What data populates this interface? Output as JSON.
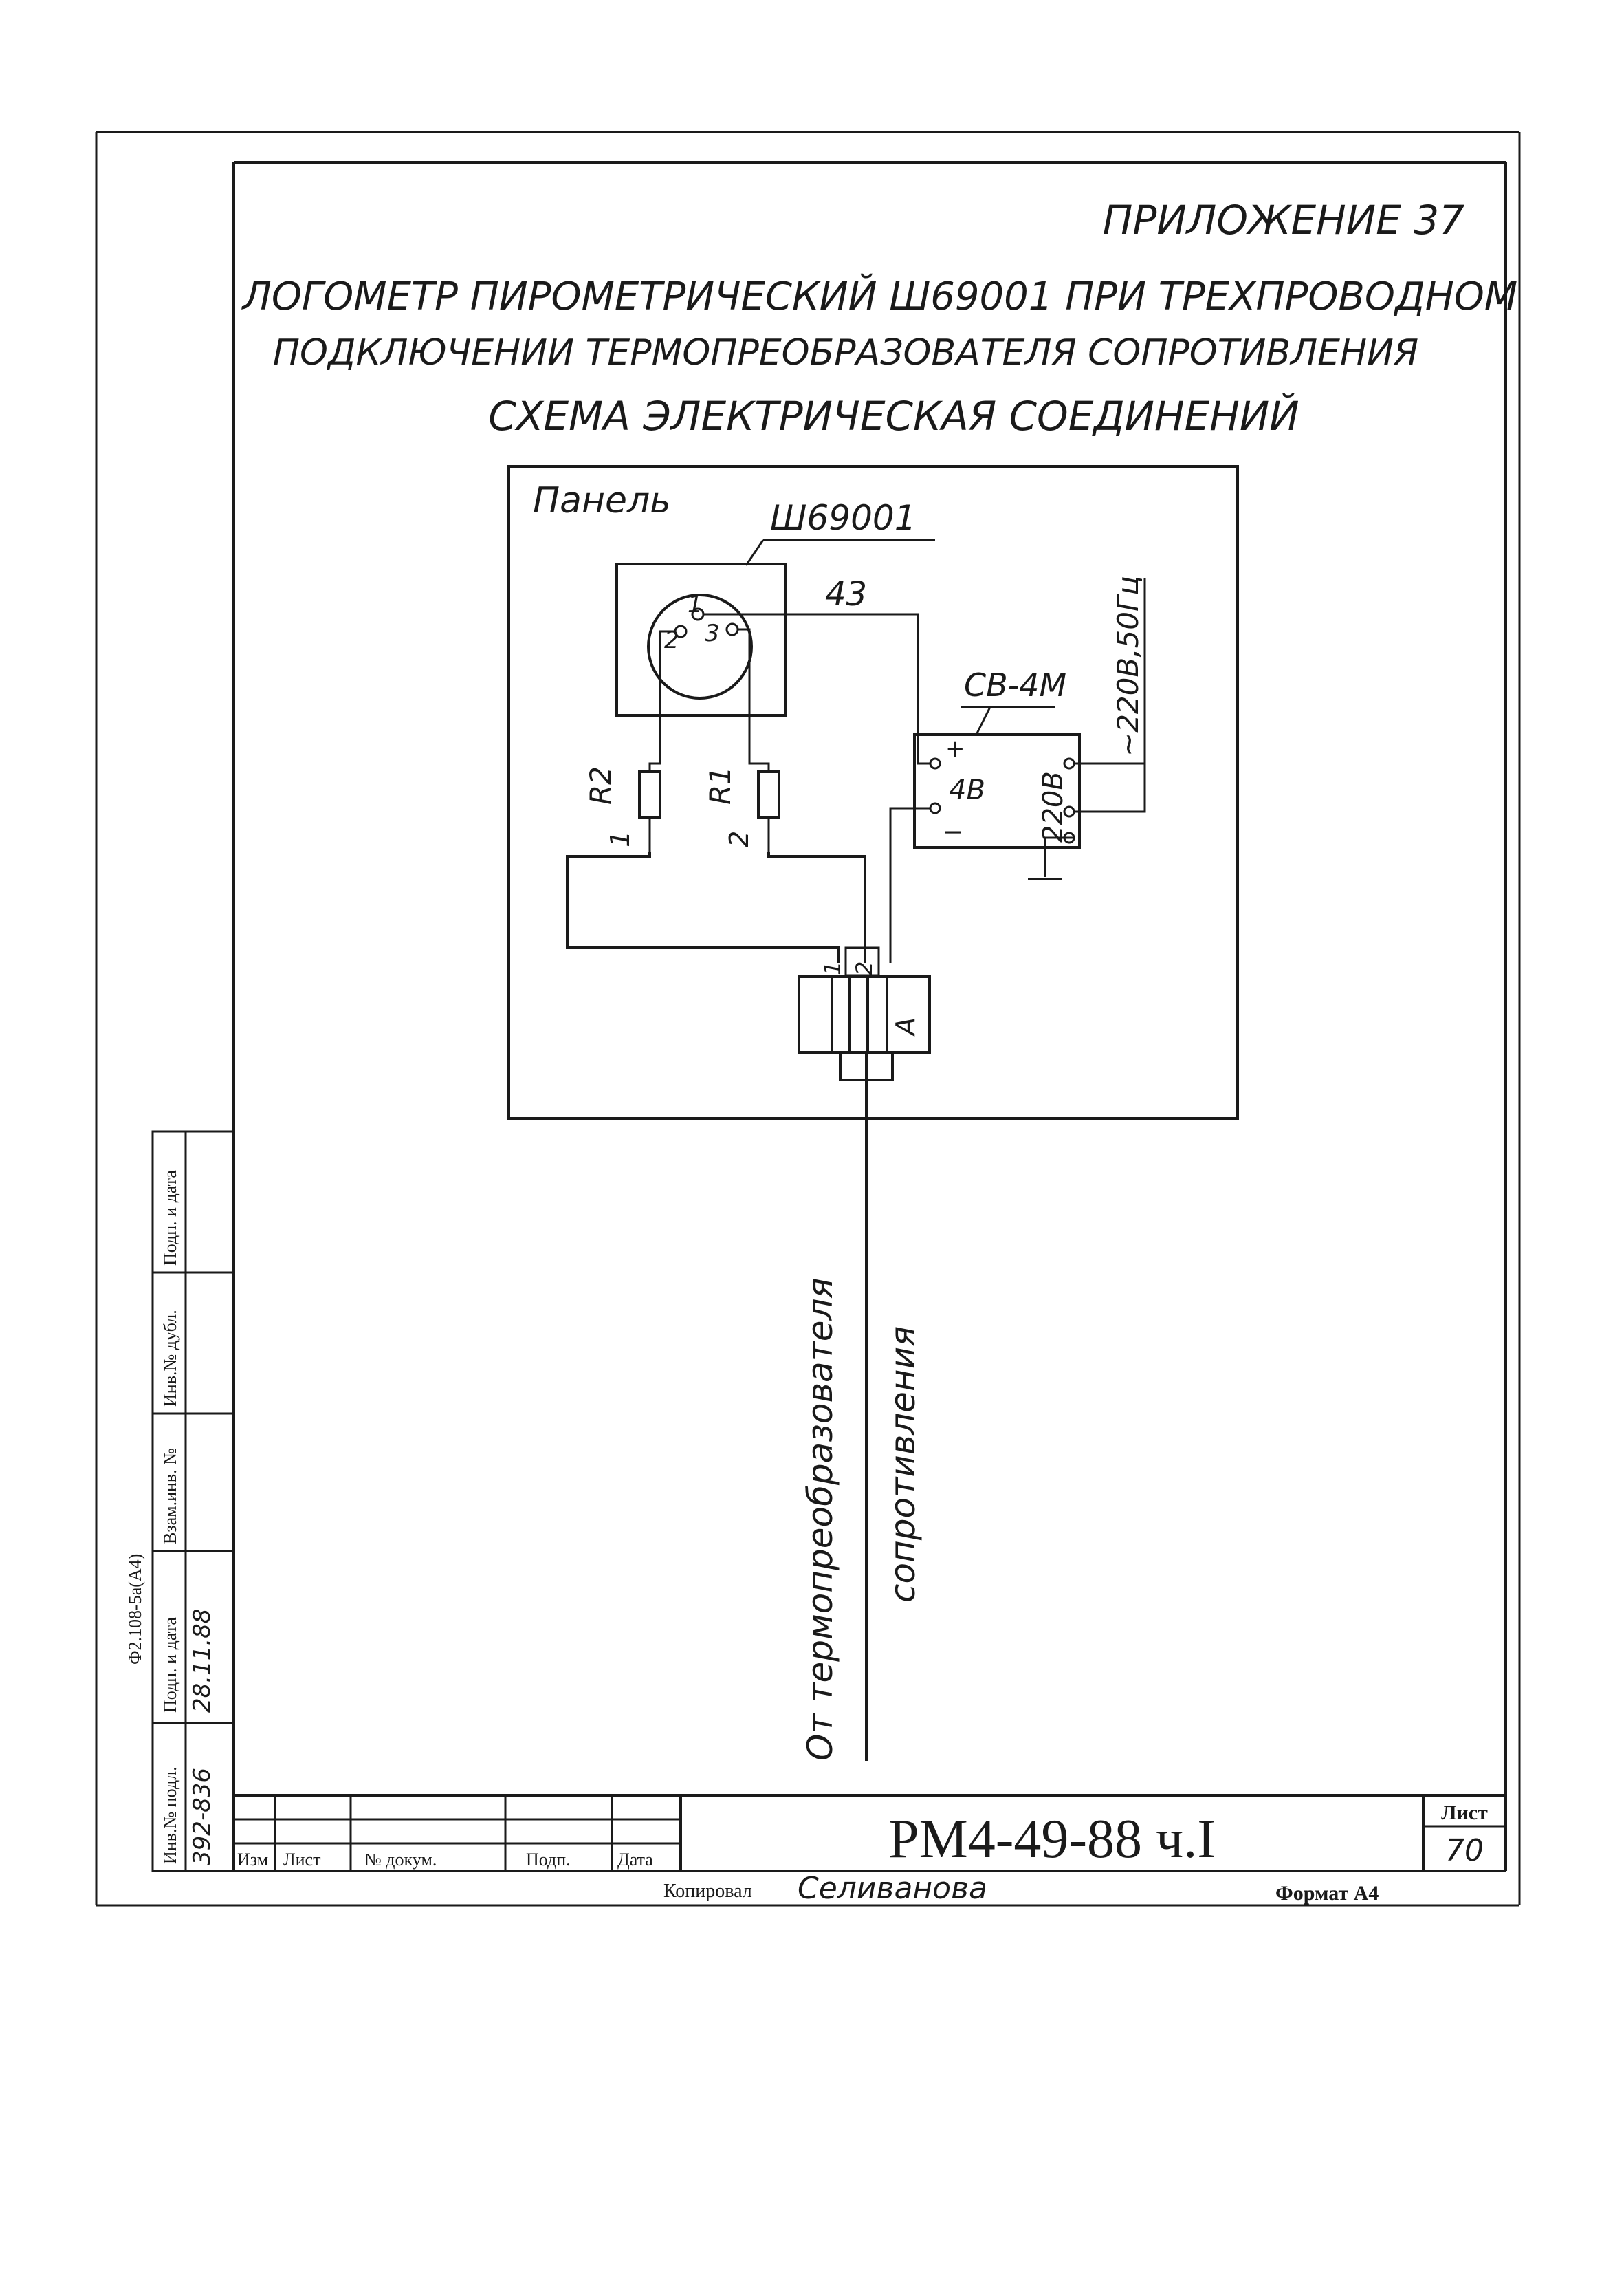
{
  "header": {
    "appendix": "ПРИЛОЖЕНИЕ 37",
    "title_line1": "ЛОГОМЕТР ПИРОМЕТРИЧЕСКИЙ Ш69001 ПРИ ТРЕХПРОВОДНОМ",
    "title_line2": "ПОДКЛЮЧЕНИИ ТЕРМОПРЕОБРАЗОВАТЕЛЯ СОПРОТИВЛЕНИЯ",
    "title_line3": "СХЕМА ЭЛЕКТРИЧЕСКАЯ СОЕДИНЕНИЙ"
  },
  "diagram": {
    "panel_label": "Панель",
    "device_label": "Ш69001",
    "pin1": "1",
    "pin2": "2",
    "pin3": "3",
    "wire_43": "43",
    "psu_label": "СВ-4М",
    "psu_plus": "+",
    "psu_minus": "−",
    "psu_4v": "4В",
    "psu_220v": "220В",
    "mains_label": "~220В,50Гц",
    "r2_label": "R2",
    "r1_label": "R1",
    "r2_wire": "1",
    "r1_wire": "2",
    "terminal_1": "1",
    "terminal_2": "2",
    "terminal_label": "А",
    "cable_line1": "От термопреобразователя",
    "cable_line2": "сопротивления"
  },
  "left_stamp": {
    "form": "Ф2.108-5а(А4)",
    "col1": "Инв.№ подл.",
    "col2": "Подп. и дата",
    "col3": "Взам.инв. №",
    "col4": "Инв.№ дубл.",
    "col5": "Подп. и дата",
    "inv_value": "392-836",
    "date_value": "28.11.88"
  },
  "title_block": {
    "h_izm": "Изм",
    "h_list": "Лист",
    "h_doc": "№ докум.",
    "h_sign": "Подп.",
    "h_date": "Дата",
    "doc_code": "РМ4-49-88 ч.I",
    "sheet_header": "Лист",
    "sheet_number": "70"
  },
  "footer": {
    "copied_by": "Копировал",
    "copier_name": "Селиванова",
    "format": "Формат А4"
  }
}
